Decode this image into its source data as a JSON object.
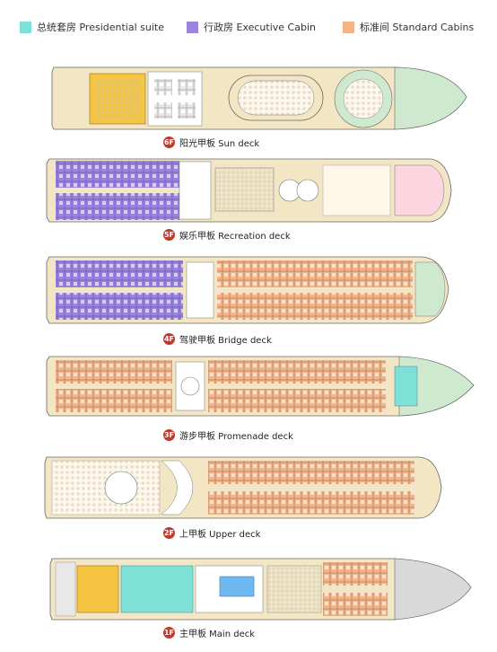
{
  "legend": [
    {
      "color": "#7fe0d8",
      "label": "总统套房 Presidential suite"
    },
    {
      "color": "#9b84e0",
      "label": "行政房 Executive Cabin"
    },
    {
      "color": "#f4b487",
      "label": "标准间 Standard Cabins"
    }
  ],
  "decks": [
    {
      "badge": "6F",
      "label": "阳光甲板 Sun deck"
    },
    {
      "badge": "5F",
      "label": "娱乐甲板 Recreation deck"
    },
    {
      "badge": "4F",
      "label": "驾驶甲板 Bridge deck"
    },
    {
      "badge": "3F",
      "label": "游步甲板  Promenade deck"
    },
    {
      "badge": "2F",
      "label": "上甲板  Upper deck"
    },
    {
      "badge": "1F",
      "label": "主甲板  Main deck"
    }
  ],
  "colors": {
    "hull": "#f3e6c4",
    "outline": "#666666",
    "suite": "#7fe0d8",
    "executive": "#9b84e0",
    "standard": "#f4b487",
    "bow_green": "#cfe9cf",
    "bow_grey": "#d9d9d9",
    "badge": "#c0392b",
    "yellow": "#f6c642",
    "pool": "#6fb8f0"
  }
}
